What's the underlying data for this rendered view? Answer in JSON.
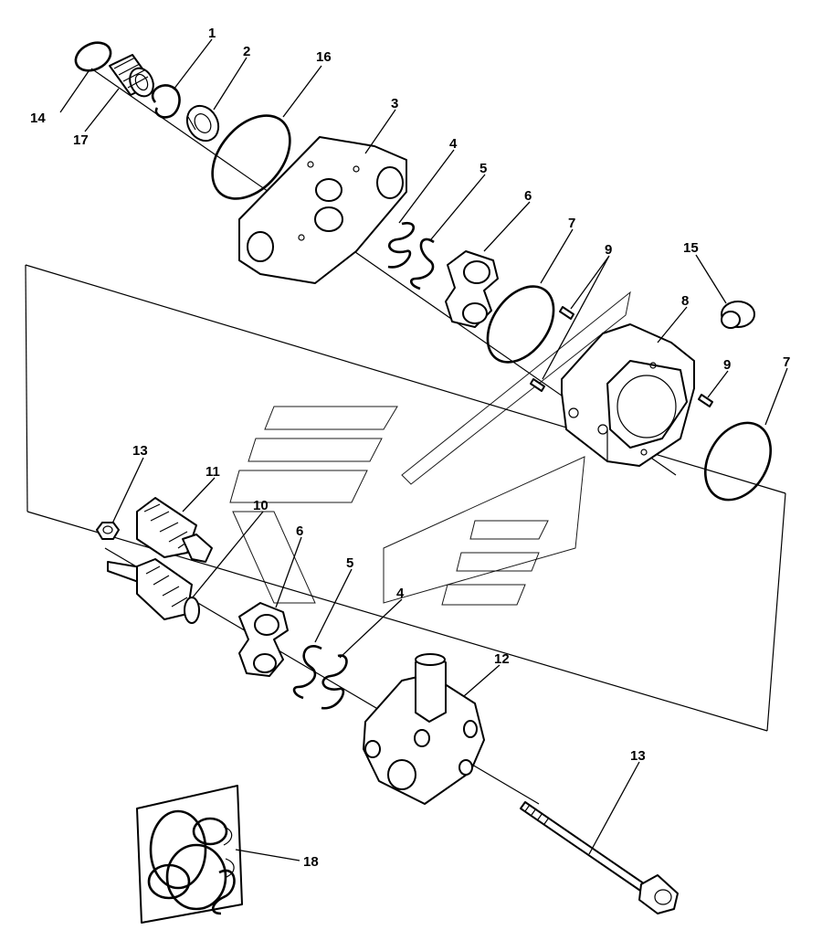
{
  "diagram": {
    "colors": {
      "line": "#000000",
      "background": "#ffffff"
    },
    "callouts": [
      {
        "label": "1"
      },
      {
        "label": "2"
      },
      {
        "label": "16"
      },
      {
        "label": "3"
      },
      {
        "label": "4"
      },
      {
        "label": "5"
      },
      {
        "label": "6"
      },
      {
        "label": "7"
      },
      {
        "label": "9"
      },
      {
        "label": "15"
      },
      {
        "label": "8"
      },
      {
        "label": "9"
      },
      {
        "label": "7"
      },
      {
        "label": "14"
      },
      {
        "label": "17"
      },
      {
        "label": "13"
      },
      {
        "label": "11"
      },
      {
        "label": "10"
      },
      {
        "label": "6"
      },
      {
        "label": "5"
      },
      {
        "label": "4"
      },
      {
        "label": "12"
      },
      {
        "label": "13"
      },
      {
        "label": "18"
      }
    ]
  }
}
